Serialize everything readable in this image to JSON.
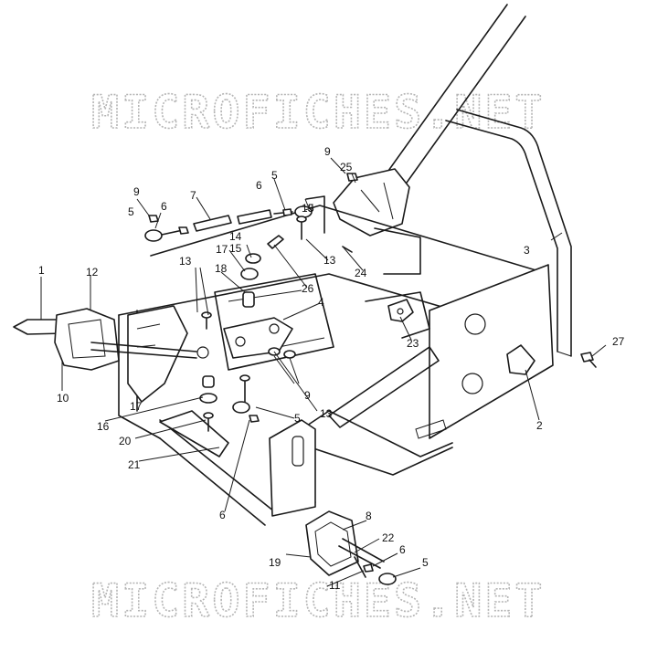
{
  "watermark": {
    "text": "MICROFICHES.NET"
  },
  "callouts": [
    "1",
    "2",
    "3",
    "4",
    "5",
    "5",
    "5",
    "5",
    "5",
    "6",
    "6",
    "6",
    "6",
    "7",
    "8",
    "9",
    "9",
    "9",
    "10",
    "11",
    "12",
    "13",
    "13",
    "13",
    "13",
    "14",
    "15",
    "16",
    "17",
    "17",
    "18",
    "19",
    "20",
    "21",
    "22",
    "23",
    "24",
    "25",
    "26",
    "27"
  ]
}
